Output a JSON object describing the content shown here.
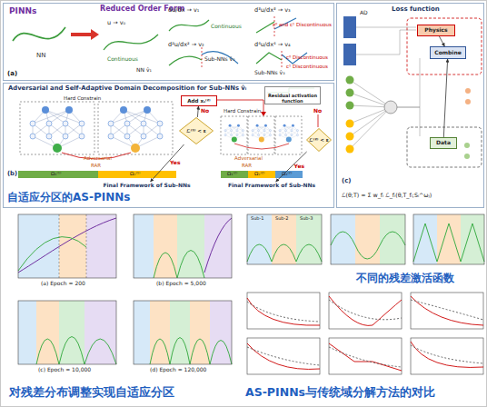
{
  "diagram": {
    "nodes": [
      {
        "text": [
          "(a)"
        ]
      },
      {
        "text": [
          "Adversarial and Self-Adaptive Domain Decomposition for Sub-NNs v̂ᵢ",
          "(b)"
        ]
      },
      {
        "text": [
          "Residual activation function"
        ],
        "in": 1
      },
      {
        "text": [
          "ℒ⁽¹⁾ < ε"
        ],
        "in": 1
      },
      {
        "text": [
          "Add xₛ⁽²⁾"
        ],
        "in": 1
      },
      {
        "text": [
          "Final Framework of Sub-NNs"
        ],
        "in": 1
      },
      {
        "text": [
          "ℒ⁽²⁾ < ε"
        ],
        "in": 1
      },
      {
        "text": [
          "Final Framework of Sub-NNs"
        ],
        "in": 1
      },
      {
        "text": [
          "Loss function",
          "(c)"
        ]
      },
      {
        "text": [
          "Physics"
        ],
        "in": 8
      },
      {
        "text": [
          "Combine"
        ],
        "in": 8
      },
      {
        "text": [
          "Data"
        ],
        "in": 8
      }
    ],
    "edges": [
      {
        "from": 3,
        "to": 4,
        "label": "No",
        "arrow": "to"
      },
      {
        "from": 3,
        "to": 5,
        "label": "Yes",
        "arrow": "to"
      },
      {
        "from": 6,
        "to": 7,
        "label": "Yes",
        "arrow": "to"
      },
      {
        "from": 9,
        "to": 10,
        "arrow": "to"
      },
      {
        "from": 11,
        "to": 10,
        "arrow": "to"
      }
    ],
    "labels": [
      "PINNs",
      "NN",
      "Reduced Order Form",
      "u → v₀",
      "du/dx → v₁",
      "d²u/dx² → v₂",
      "d³u/dx³ → v₃",
      "d⁴u/dx⁴ → v₄",
      "Continuous",
      "Continuous",
      "NN v̂₁",
      "c⁰ and c¹ Discontinuous",
      "Sub-NNs v̂₂",
      "c⁰ Discontinuous",
      "c¹ Discontinuous",
      "Sub-NNs v̂₃",
      "Hard Constrain",
      "Hard Constrain",
      "Adversarial",
      "RAR",
      "Adversarial",
      "RAR",
      "Ω₁⁽¹⁾",
      "Ω₂⁽¹⁾",
      "Ω₁⁽²⁾",
      "Ω₂⁽²⁾",
      "Ω₃⁽²⁾",
      "No",
      "AD",
      "ℒ(θ;T) = Σ w_fᵢ ℒ_fᵢ(θ,T_fᵢ;Sᵢ^ωⱼ)",
      "自适应分区的AS-PINNs",
      "(a) Epoch = 200",
      "(b) Epoch = 5,000",
      "(c) Epoch = 10,000",
      "(d) Epoch = 120,000",
      "对残差分布调整实现自适应分区",
      "不同的残差激活函数",
      "AS-PINNs与传统域分解方法的对比",
      "Sub-1",
      "Sub-2",
      "Sub-3"
    ]
  }
}
